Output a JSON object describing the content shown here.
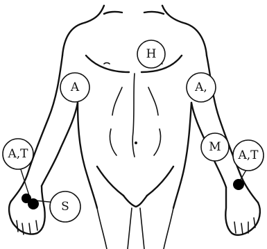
{
  "figure": {
    "markers": [
      {
        "id": "chest",
        "label": "H"
      },
      {
        "id": "upper-arm-right-side-of-image-left",
        "label": "A"
      },
      {
        "id": "upper-arm-left-side-of-image-right",
        "label": "A,"
      },
      {
        "id": "forearm-left",
        "label": "M"
      },
      {
        "id": "wrist-right-side",
        "label": "A,T"
      },
      {
        "id": "wrist-left-side",
        "label": "A,T"
      },
      {
        "id": "palm",
        "label": "S"
      }
    ]
  }
}
